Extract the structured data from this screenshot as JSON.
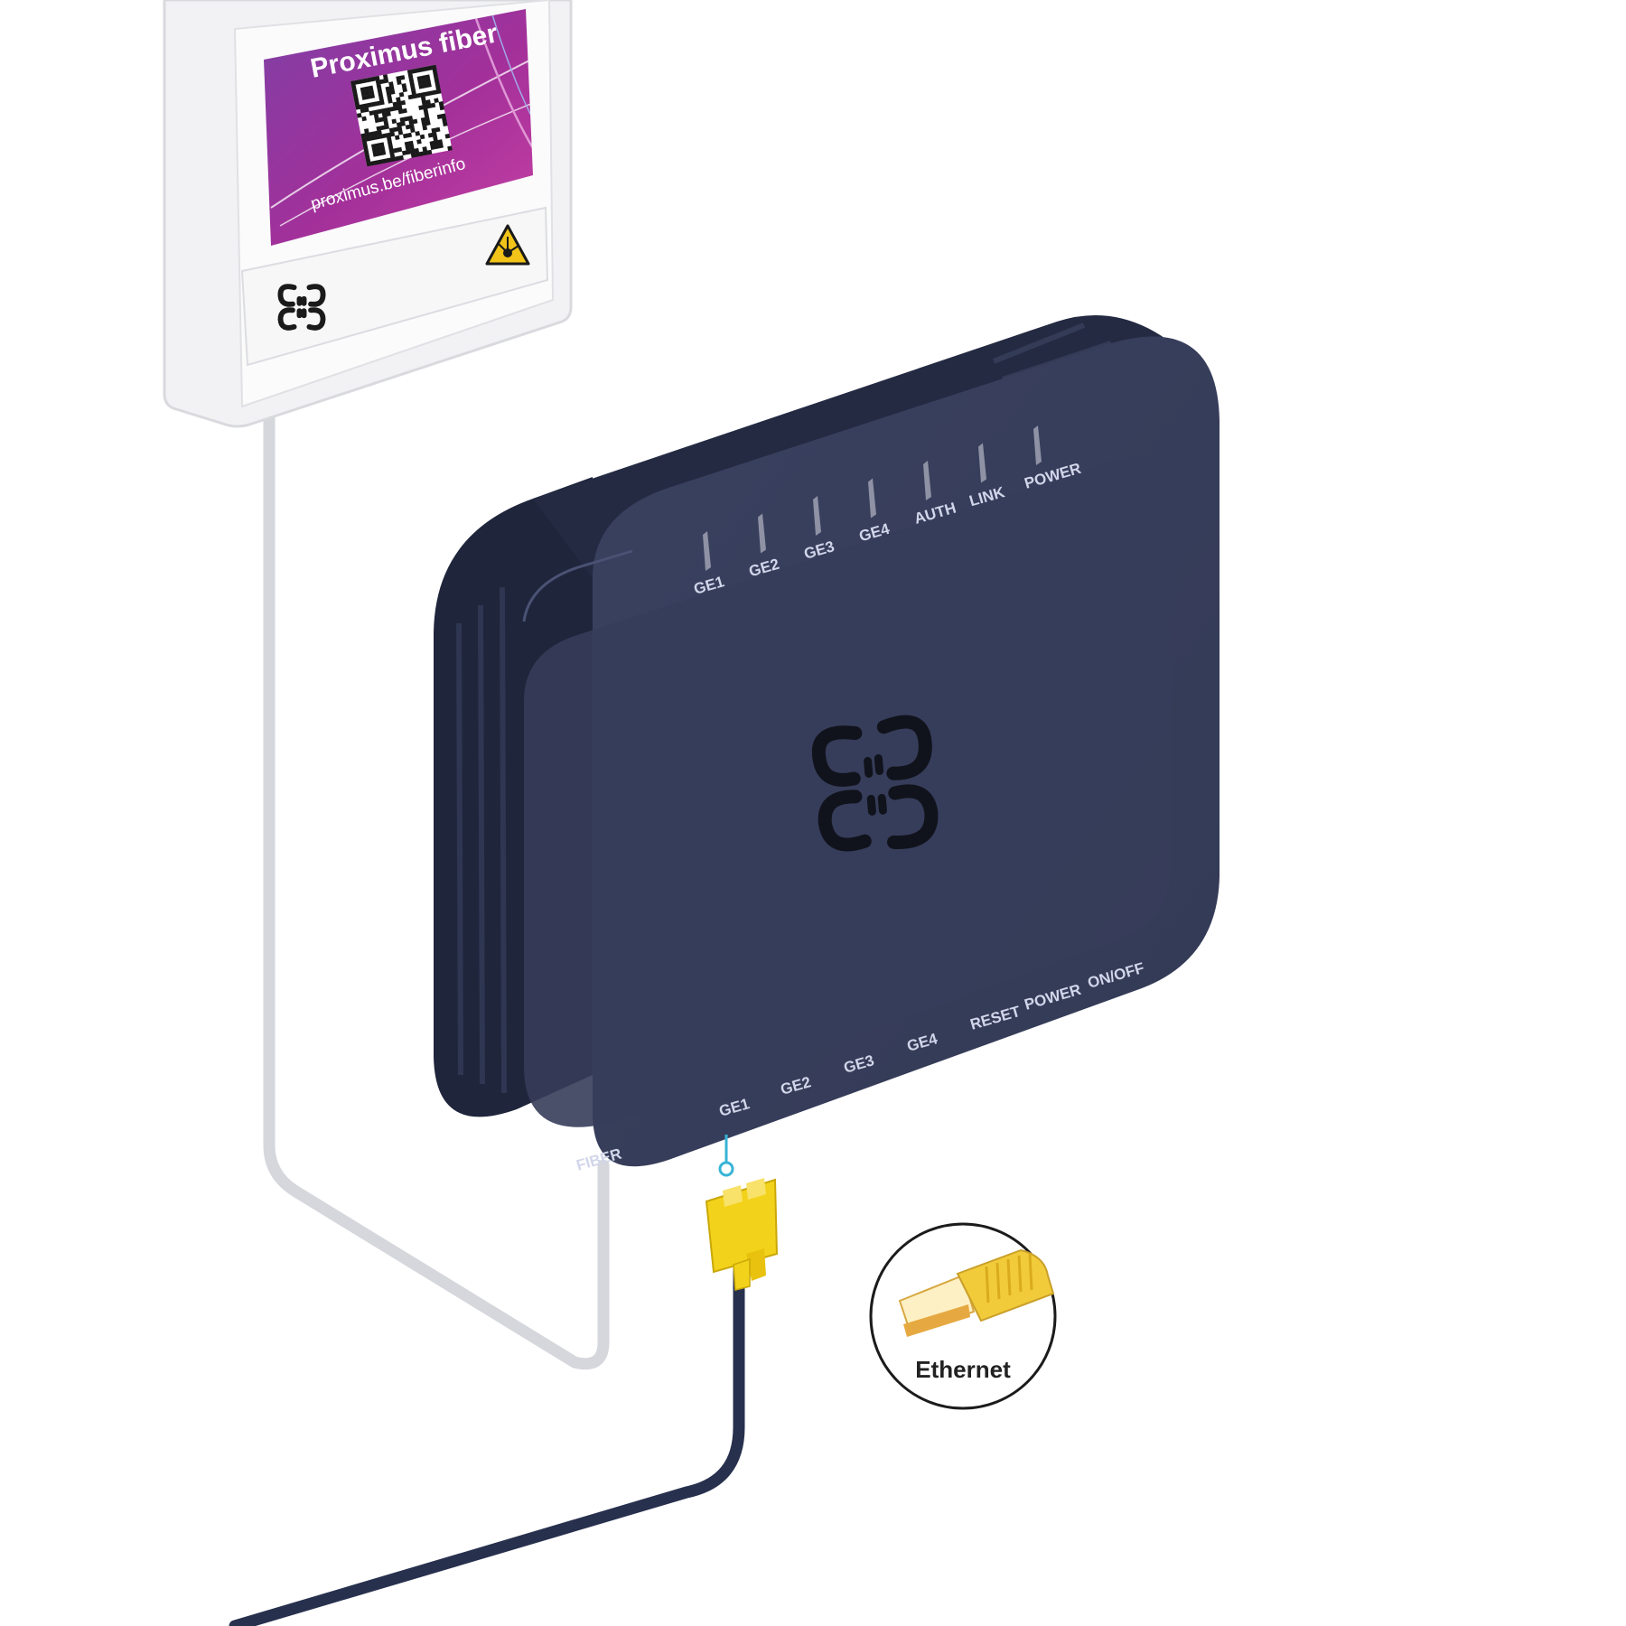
{
  "termination_box": {
    "title": "Proximus fiber",
    "url": "proximus.be/fiberinfo",
    "logo": "proximus-logo-icon",
    "warning": "laser-warning-icon"
  },
  "ont": {
    "logo": "proximus-logo-icon",
    "top_leds": [
      "GE1",
      "GE2",
      "GE3",
      "GE4",
      "AUTH",
      "LINK",
      "POWER"
    ],
    "front_ports": [
      "GE1",
      "GE2",
      "GE3",
      "GE4"
    ],
    "front_controls": [
      "RESET",
      "POWER",
      "ON/OFF"
    ],
    "fiber_port": "FIBER"
  },
  "callout": {
    "label": "Ethernet",
    "icon": "ethernet-plug-icon"
  },
  "colors": {
    "ont_body": "#373d58",
    "ont_dark": "#222840",
    "ethernet_plug": "#f3d21b",
    "ethernet_cable": "#27304d",
    "fiber_cable": "#d6d7dc",
    "indicator": "#37b4d6",
    "box_label": "#9b2aa0"
  }
}
